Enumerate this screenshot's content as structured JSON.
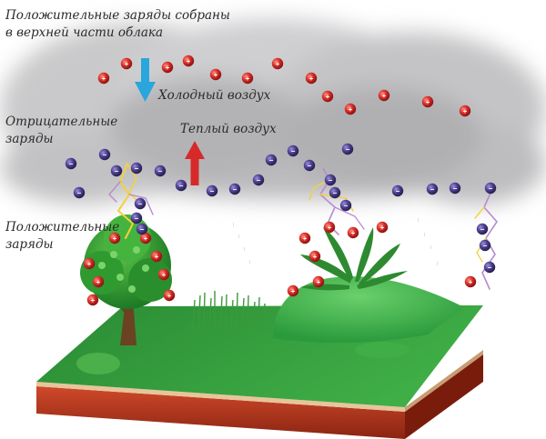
{
  "labels": {
    "top_line1": "Положительные заряды собраны",
    "top_line2": "в верхней части облака",
    "negative_line1": "Отрицательные",
    "negative_line2": "заряды",
    "positive_line1": "Положительные",
    "positive_line2": "заряды",
    "cold_air": "Холодный воздух",
    "warm_air": "Теплый воздух"
  },
  "charge_symbols": {
    "positive": "+",
    "negative": "−"
  },
  "colors": {
    "positive_charge": "#d42a24",
    "negative_charge": "#4a3c8c",
    "cold_arrow": "#29a6dc",
    "warm_arrow": "#d62a2a",
    "grass": "#2f9a3a",
    "soil": "#b23a1e",
    "lightning_yellow": "#f2d23a",
    "lightning_purple": "#b98ad0"
  },
  "icons": {
    "cold_arrow": "arrow-down-icon",
    "warm_arrow": "arrow-up-icon",
    "tree": "tree-icon",
    "fern": "fern-icon",
    "cloud": "cloud-icon",
    "lightning": "lightning-icon"
  }
}
